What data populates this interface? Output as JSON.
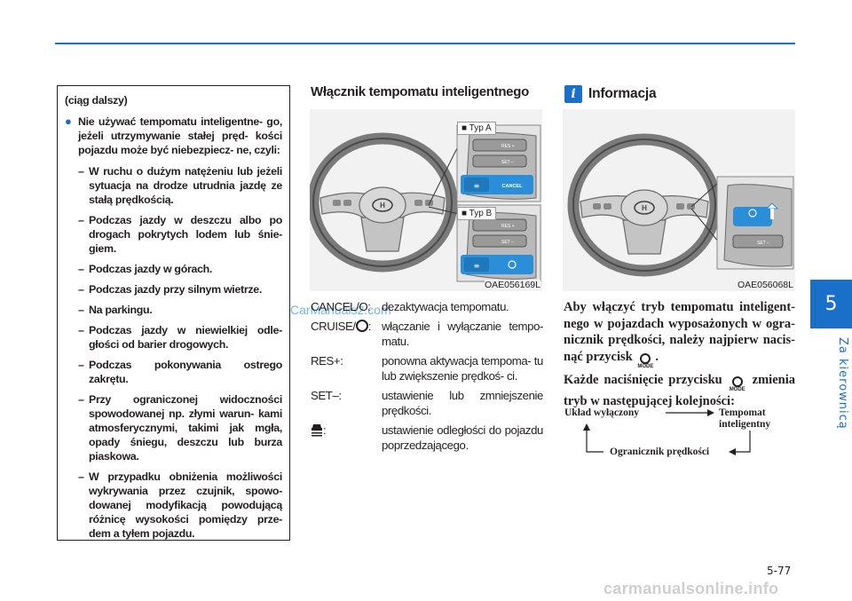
{
  "chapter": {
    "number": "5",
    "label": "Za kierownicą"
  },
  "continued_box": {
    "title": "(ciąg dalszy)",
    "bullet": "Nie używać tempomatu inteligentne- go, jeżeli utrzymywanie stałej pręd- kości pojazdu może być niebezpiecz- ne, czyli:",
    "items": [
      "W ruchu o dużym natężeniu lub jeżeli sytuacja na drodze utrudnia jazdę ze stałą prędkością.",
      "Podczas jazdy w deszczu albo po drogach pokrytych lodem lub śnie- giem.",
      "Podczas jazdy w górach.",
      "Podczas jazdy przy silnym wietrze.",
      "Na parkingu.",
      "Podczas jazdy w niewielkiej odle- głości od barier drogowych.",
      "Podczas pokonywania ostrego zakrętu.",
      "Przy ograniczonej widoczności spowodowanej np. złymi warun- kami atmosferycznymi, takimi jak mgła, opady śniegu, deszczu lub burza piaskowa.",
      "W przypadku obniżenia możliwości wykrywania przez czujnik, spowo- dowanej modyfikacją powodującą różnicę wysokości pomiędzy prze- dem a tyłem pojazdu."
    ],
    "dash": "–"
  },
  "switch_section": {
    "heading": "Włącznik tempomatu inteligentnego",
    "figure_code": "OAE056169L",
    "type_a": "■ Typ A",
    "type_b": "■ Typ B",
    "switch_labels": {
      "res": "RES +",
      "set": "SET −",
      "cancel": "CANCEL"
    },
    "definitions": [
      {
        "term": "CANCEL/O:",
        "desc": "dezaktywacja tempomatu."
      },
      {
        "term": "CRUISE/",
        "term_suffix": ":",
        "desc": "włączanie i wyłączanie tempo- matu."
      },
      {
        "term": "RES+:",
        "desc": "ponowna aktywacja tempoma- tu lub zwiększenie prędkoś- ci."
      },
      {
        "term": "SET–:",
        "desc": "ustawienie lub zmniejszenie prędkości."
      },
      {
        "term": ":",
        "desc": "ustawienie odległości do pojazdu poprzedzającego."
      }
    ]
  },
  "info_section": {
    "badge": "i",
    "title": "Informacja",
    "figure_code": "OAE056068L",
    "switch_labels": {
      "set": "SET −"
    },
    "paragraph1_a": "Aby włączyć tryb tempomatu inteligent- nego w pojazdach wyposażonych w ogra- nicznik prędkości, należy najpierw nacis- nąć przycisk",
    "paragraph1_b": ".",
    "paragraph2_a": "Każde naciśnięcie przycisku",
    "paragraph2_b": "zmienia tryb w następującej kolejności:",
    "mode_label": "MODE",
    "cycle": {
      "off": "Układ wyłączony",
      "smart_line1": "Tempomat",
      "smart_line2": "inteligentny",
      "limiter": "Ogranicznik prędkości"
    }
  },
  "page_number": "5-77",
  "watermark": "CarManuals2.com",
  "footer_watermark": "carmanualsonline.info",
  "colors": {
    "accent": "#1a6fc9",
    "figure_bg": "#f2f2f2",
    "button_blue": "#2a8fd8"
  }
}
